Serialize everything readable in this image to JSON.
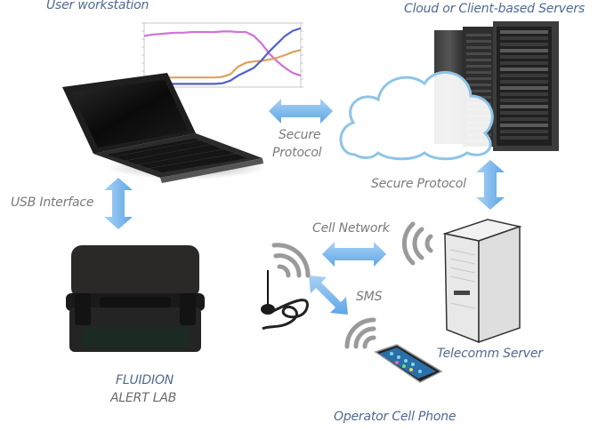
{
  "diagram": {
    "labels": {
      "user_workstation": "User workstation",
      "cloud_servers": "Cloud or Client-based Servers",
      "secure_protocol_1_line1": "Secure",
      "secure_protocol_1_line2": "Protocol",
      "secure_protocol_2": "Secure Protocol",
      "usb_interface": "USB Interface",
      "cell_network": "Cell Network",
      "sms": "SMS",
      "telecomm_server": "Telecomm Server",
      "alert_lab_line1": "FLUIDION",
      "alert_lab_line2": "ALERT LAB",
      "operator_phone": "Operator Cell Phone"
    },
    "colors": {
      "label_blue": "#4f6a8f",
      "label_gray": "#7a7a7a",
      "arrow_blue": "#6fb0e8",
      "cloud_stroke": "#8ec4e6",
      "signal_gray": "#9a9a9a"
    },
    "nodes": [
      {
        "id": "workstation",
        "icon": "laptop-icon"
      },
      {
        "id": "cloud",
        "icon": "cloud-icon"
      },
      {
        "id": "servers",
        "icon": "server-rack-icon"
      },
      {
        "id": "telecomm",
        "icon": "tower-server-icon"
      },
      {
        "id": "alert_lab",
        "icon": "rugged-case-icon"
      },
      {
        "id": "antenna",
        "icon": "antenna-icon"
      },
      {
        "id": "phone",
        "icon": "smartphone-icon"
      }
    ]
  },
  "chart_data": {
    "type": "line",
    "title": "",
    "xlabel": "",
    "ylabel": "",
    "x": [
      0,
      1,
      2,
      3,
      4,
      5,
      6,
      7,
      8,
      9,
      10,
      11,
      12,
      13,
      14,
      15,
      16,
      17,
      18,
      19,
      20
    ],
    "series": [
      {
        "name": "magenta",
        "color": "#d070d8",
        "values": [
          0.8,
          0.82,
          0.83,
          0.84,
          0.85,
          0.85,
          0.86,
          0.86,
          0.86,
          0.86,
          0.87,
          0.87,
          0.86,
          0.86,
          0.8,
          0.68,
          0.52,
          0.4,
          0.3,
          0.22,
          0.18
        ]
      },
      {
        "name": "orange",
        "color": "#e0a060",
        "values": [
          0.15,
          0.15,
          0.15,
          0.15,
          0.15,
          0.15,
          0.15,
          0.15,
          0.15,
          0.15,
          0.16,
          0.2,
          0.32,
          0.38,
          0.4,
          0.41,
          0.43,
          0.46,
          0.5,
          0.55,
          0.58
        ]
      },
      {
        "name": "blue",
        "color": "#5060c8",
        "values": [
          0.05,
          0.05,
          0.05,
          0.05,
          0.05,
          0.05,
          0.05,
          0.05,
          0.05,
          0.05,
          0.06,
          0.1,
          0.18,
          0.24,
          0.3,
          0.42,
          0.56,
          0.68,
          0.8,
          0.88,
          0.92
        ]
      }
    ],
    "ylim": [
      0,
      1
    ],
    "grid": false,
    "legend": "top-left"
  }
}
